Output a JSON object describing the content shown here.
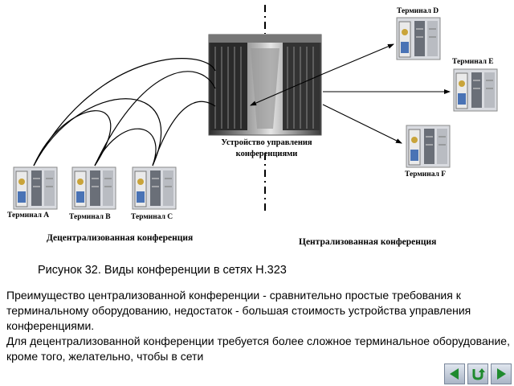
{
  "server": {
    "label_line1": "Устройство управления",
    "label_line2": "конференциями"
  },
  "terminals": {
    "a": "Терминал A",
    "b": "Терминал B",
    "c": "Терминал C",
    "d": "Терминал D",
    "e": "Терминал E",
    "f": "Терминал F"
  },
  "groups": {
    "decentralized": "Децентрализованная конференция",
    "centralized": "Централизованная конференция"
  },
  "caption": "Рисунок 32. Виды конференции в сетях H.323",
  "body": {
    "paragraph1": "Преимущество централизованной конференции - сравнительно простые требования к терминальному оборудованию, недостаток - большая стоимость устройства управления конференциями.",
    "paragraph2": "Для децентрализованной конференции требуется более сложное терминальное оборудование, кроме того, желательно, чтобы в сети"
  },
  "nav": {
    "buttons": [
      "back",
      "return",
      "forward"
    ],
    "color": "#1f8a2e"
  }
}
